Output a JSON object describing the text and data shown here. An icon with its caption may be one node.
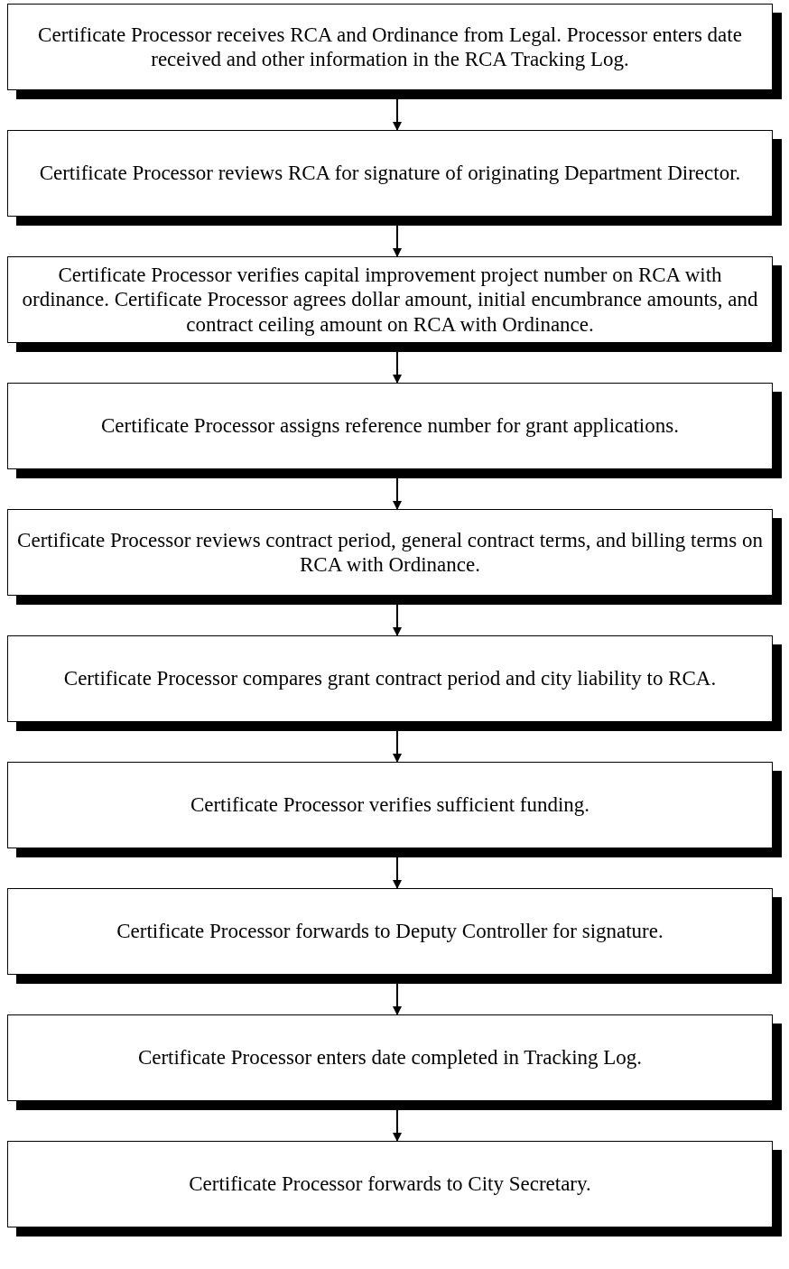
{
  "diagram": {
    "nodes": [
      {
        "text": [
          "Certificate Processor receives RCA and Ordinance from Legal.  Processor enters date received and other information in the RCA Tracking Log."
        ]
      },
      {
        "text": [
          "Certificate Processor reviews RCA for signature of originating Department Director."
        ]
      },
      {
        "text": [
          "Certificate Processor verifies capital improvement project number on RCA with ordinance.  Certificate Processor agrees dollar amount, initial encumbrance amounts, and contract ceiling amount on RCA with Ordinance."
        ]
      },
      {
        "text": [
          "Certificate Processor assigns reference number for grant applications."
        ]
      },
      {
        "text": [
          "Certificate Processor reviews contract period, general contract terms, and billing terms on RCA with Ordinance."
        ]
      },
      {
        "text": [
          "Certificate Processor compares grant contract period and city liability to RCA."
        ]
      },
      {
        "text": [
          "Certificate Processor verifies sufficient funding."
        ]
      },
      {
        "text": [
          "Certificate Processor forwards to Deputy Controller for signature."
        ]
      },
      {
        "text": [
          "Certificate Processor enters date completed in Tracking Log."
        ]
      },
      {
        "text": [
          "Certificate Processor forwards to City Secretary."
        ]
      }
    ],
    "edges": [
      {
        "from": 0,
        "to": 1,
        "arrow": "to"
      },
      {
        "from": 1,
        "to": 2,
        "arrow": "to"
      },
      {
        "from": 2,
        "to": 3,
        "arrow": "to"
      },
      {
        "from": 3,
        "to": 4,
        "arrow": "to"
      },
      {
        "from": 4,
        "to": 5,
        "arrow": "to"
      },
      {
        "from": 5,
        "to": 6,
        "arrow": "to"
      },
      {
        "from": 6,
        "to": 7,
        "arrow": "to"
      },
      {
        "from": 7,
        "to": 8,
        "arrow": "to"
      },
      {
        "from": 8,
        "to": 9,
        "arrow": "to"
      }
    ]
  }
}
